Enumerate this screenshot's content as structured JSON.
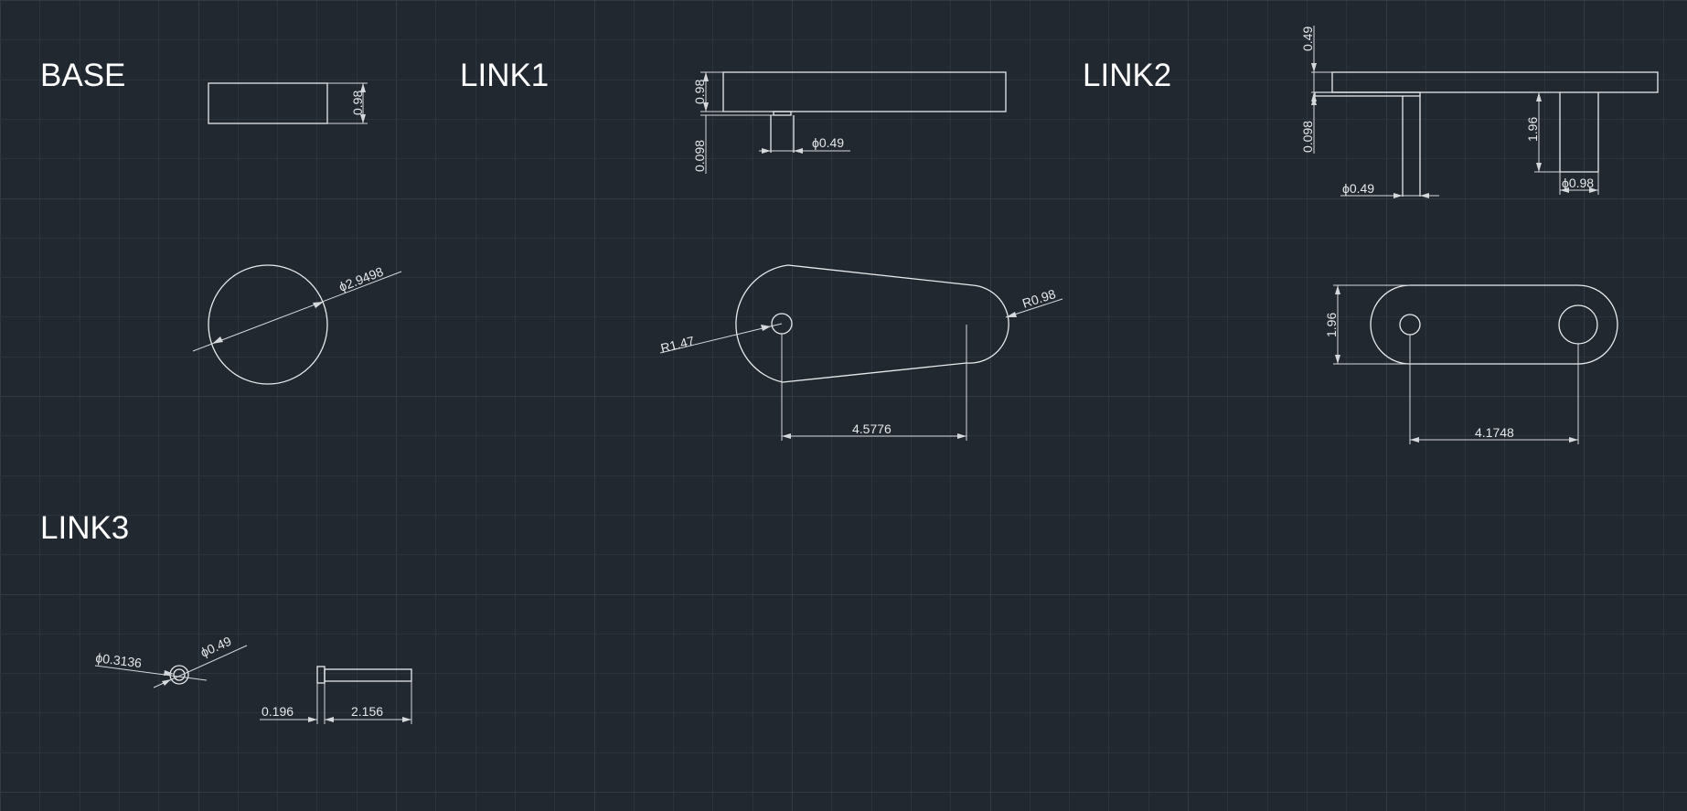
{
  "labels": {
    "base": "BASE",
    "link1": "LINK1",
    "link2": "LINK2",
    "link3": "LINK3"
  },
  "dimensions": {
    "base_thickness": "0.98",
    "base_diameter": "ϕ2.9498",
    "link1_thickness": "0.98",
    "link1_pin_height": "0.098",
    "link1_pin_diameter": "ϕ0.49",
    "link1_r_large": "R1.47",
    "link1_r_small": "R0.98",
    "link1_length": "4.5776",
    "link2_top": "0.49",
    "link2_pin_height": "0.098",
    "link2_post_height": "1.96",
    "link2_pin_diameter": "ϕ0.49",
    "link2_post_diameter": "ϕ0.98",
    "link2_width": "1.96",
    "link2_length": "4.1748",
    "link3_inner_diameter": "ϕ0.3136",
    "link3_outer_diameter": "ϕ0.49",
    "link3_head": "0.196",
    "link3_length": "2.156"
  }
}
